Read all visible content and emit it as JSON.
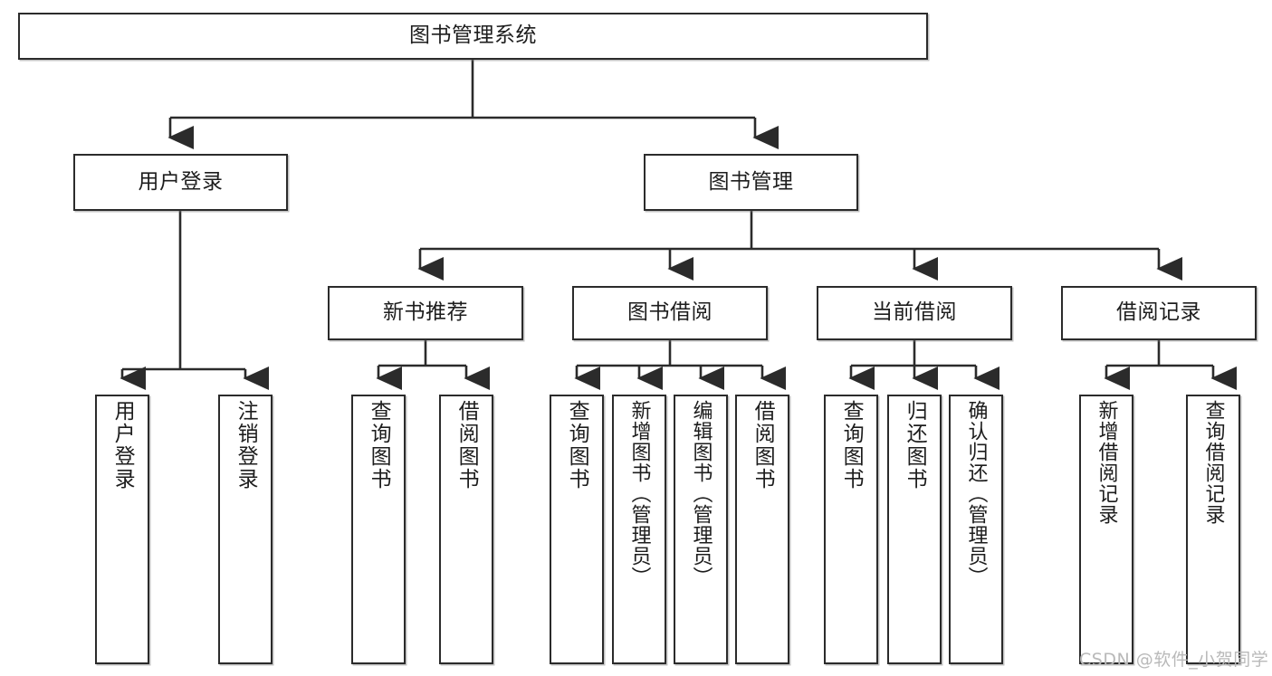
{
  "diagram": {
    "type": "tree-hierarchy-chart",
    "title": "图书管理系统",
    "orientation": "top-down",
    "colors": {
      "box_border": "#2b2b2b",
      "box_fill": "#ffffff",
      "edge": "#2b2b2b",
      "text": "#1d1d1d",
      "watermark": "#b9b9b9"
    },
    "levels": {
      "root": {
        "label": "图书管理系统"
      },
      "level2": [
        {
          "label": "用户登录"
        },
        {
          "label": "图书管理"
        }
      ],
      "level3": [
        {
          "label": "新书推荐"
        },
        {
          "label": "图书借阅"
        },
        {
          "label": "当前借阅"
        },
        {
          "label": "借阅记录"
        }
      ],
      "leaves": {
        "user_login": [
          {
            "label": "用户登录"
          },
          {
            "label": "注销登录"
          }
        ],
        "new_book_recommend": [
          {
            "label": "查询图书"
          },
          {
            "label": "借阅图书"
          }
        ],
        "book_borrow": [
          {
            "label": "查询图书"
          },
          {
            "label": "新增图书（管理员）"
          },
          {
            "label": "编辑图书（管理员）"
          },
          {
            "label": "借阅图书"
          }
        ],
        "current_borrow": [
          {
            "label": "查询图书"
          },
          {
            "label": "归还图书"
          },
          {
            "label": "确认归还（管理员）"
          }
        ],
        "borrow_record": [
          {
            "label": "新增借阅记录"
          },
          {
            "label": "查询借阅记录"
          }
        ]
      }
    }
  },
  "watermark": {
    "text": "CSDN @软件_小贺同学"
  }
}
